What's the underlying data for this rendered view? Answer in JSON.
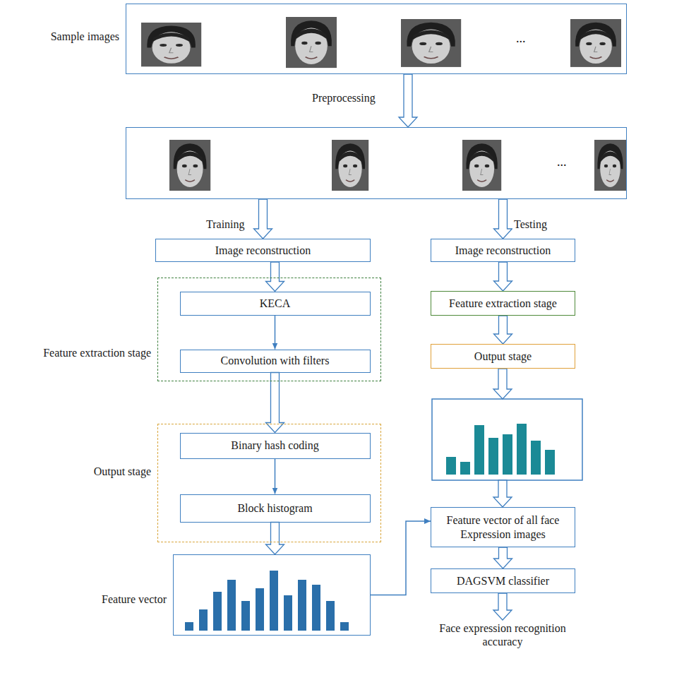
{
  "diagram": {
    "nodes": [
      {
        "text": [
          "Sample images",
          "..."
        ]
      },
      {
        "text": [
          "..."
        ]
      },
      {
        "text": [
          "Image reconstruction"
        ]
      },
      {
        "text": [
          "Image reconstruction"
        ]
      },
      {
        "text": [
          "Feature extraction stage"
        ]
      },
      {
        "text": [
          "KECA"
        ],
        "in": 4
      },
      {
        "text": [
          "Convolution with filters"
        ],
        "in": 4
      },
      {
        "text": [
          "Feature extraction stage"
        ]
      },
      {
        "text": [
          "Output stage"
        ]
      },
      {
        "text": [
          "Output stage"
        ]
      },
      {
        "text": [
          "Binary hash coding"
        ],
        "in": 9
      },
      {
        "text": [
          "Block histogram"
        ],
        "in": 9
      },
      {
        "text": [
          "Feature vector"
        ]
      },
      {
        "text": [
          "Feature vector of all face Expression images"
        ]
      },
      {
        "text": [
          "DAGSVM classifier"
        ]
      }
    ],
    "edges": [
      {
        "from": 0,
        "to": 1,
        "arrow": "to",
        "label": "Preprocessing"
      },
      {
        "from": 1,
        "to": 2,
        "arrow": "to",
        "label": "Training"
      },
      {
        "from": 1,
        "to": 3,
        "arrow": "to",
        "label": "Testing"
      },
      {
        "from": 2,
        "to": 5,
        "arrow": "to"
      },
      {
        "from": 5,
        "to": 6,
        "arrow": "to"
      },
      {
        "from": 6,
        "to": 10,
        "arrow": "to"
      },
      {
        "from": 10,
        "to": 11,
        "arrow": "to"
      },
      {
        "from": 11,
        "to": 12,
        "arrow": "to"
      },
      {
        "from": 12,
        "to": 13,
        "arrow": "to"
      },
      {
        "from": 3,
        "to": 7,
        "arrow": "to"
      },
      {
        "from": 7,
        "to": 8,
        "arrow": "to"
      },
      {
        "from": 13,
        "to": 14,
        "arrow": "to"
      }
    ],
    "labels": [
      "Face expression recognition accuracy"
    ]
  }
}
